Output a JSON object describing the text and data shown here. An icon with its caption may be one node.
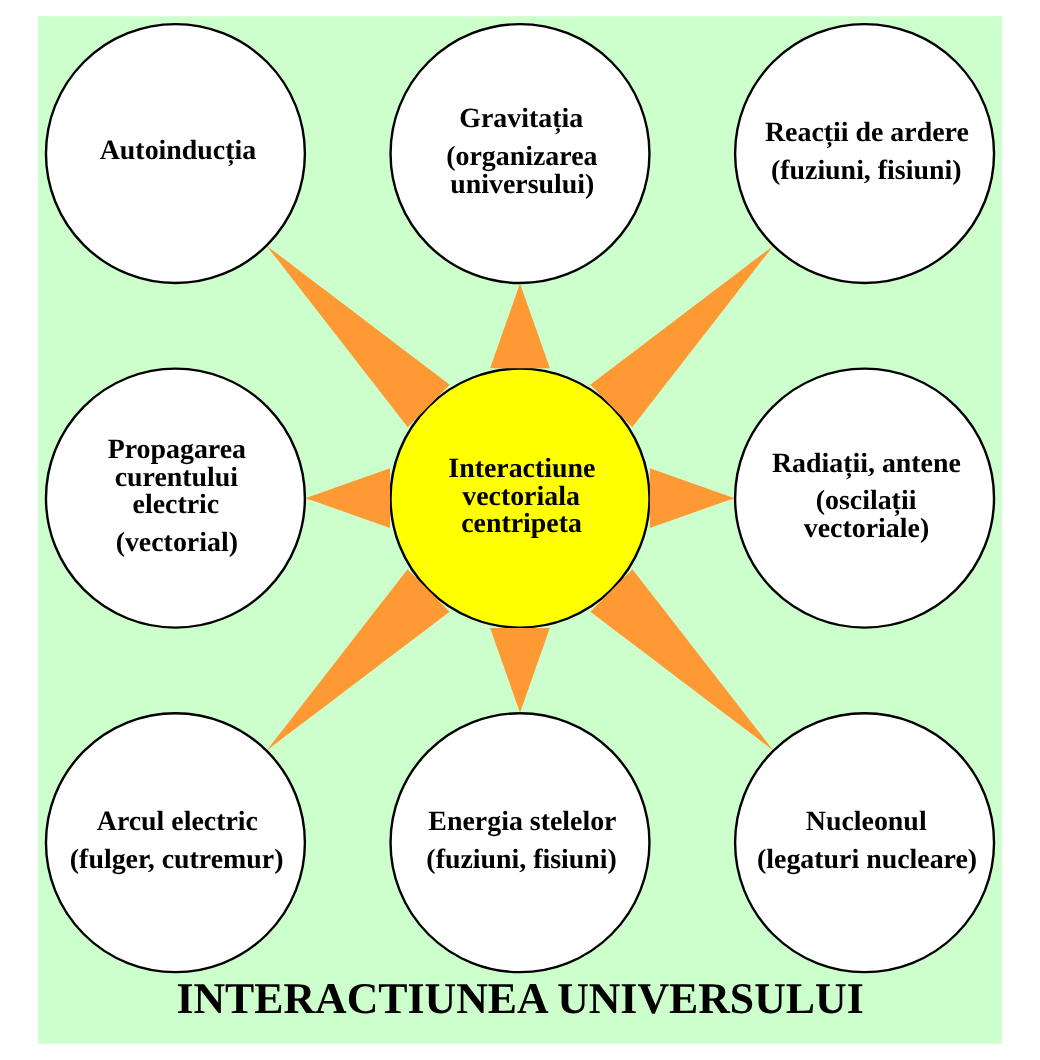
{
  "diagram": {
    "title": "INTERACTIUNEA UNIVERSULUI",
    "nodes": [
      {
        "text": [
          "Gravitația",
          "(organizarea universului)"
        ]
      },
      {
        "text": [
          "Autoinducția"
        ]
      },
      {
        "text": [
          "Reacții de ardere",
          "(fuziuni, fisiuni)"
        ]
      },
      {
        "text": [
          "Propagarea curentului electric",
          "(vectorial)"
        ]
      },
      {
        "text": [
          "Interactiune vectoriala centripeta"
        ]
      },
      {
        "text": [
          "Radiații, antene",
          "(oscilații vectoriale)"
        ]
      },
      {
        "text": [
          "Arcul electric",
          "(fulger, cutremur)"
        ]
      },
      {
        "text": [
          "Nucleonul",
          "(legaturi nucleare)"
        ]
      },
      {
        "text": [
          "Energia stelelor",
          "(fuziuni, fisiuni)"
        ]
      }
    ],
    "edges": [
      {
        "from": 4,
        "to": 0,
        "arrow": "none",
        "style": "thick"
      },
      {
        "from": 4,
        "to": 2,
        "arrow": "none",
        "style": "thick"
      },
      {
        "from": 4,
        "to": 5,
        "arrow": "none",
        "style": "thick"
      },
      {
        "from": 4,
        "to": 7,
        "arrow": "none",
        "style": "thick"
      },
      {
        "from": 4,
        "to": 8,
        "arrow": "none",
        "style": "thick"
      },
      {
        "from": 4,
        "to": 6,
        "arrow": "none",
        "style": "thick"
      },
      {
        "from": 4,
        "to": 3,
        "arrow": "none",
        "style": "thick"
      },
      {
        "from": 4,
        "to": 1,
        "arrow": "none",
        "style": "thick"
      }
    ]
  }
}
